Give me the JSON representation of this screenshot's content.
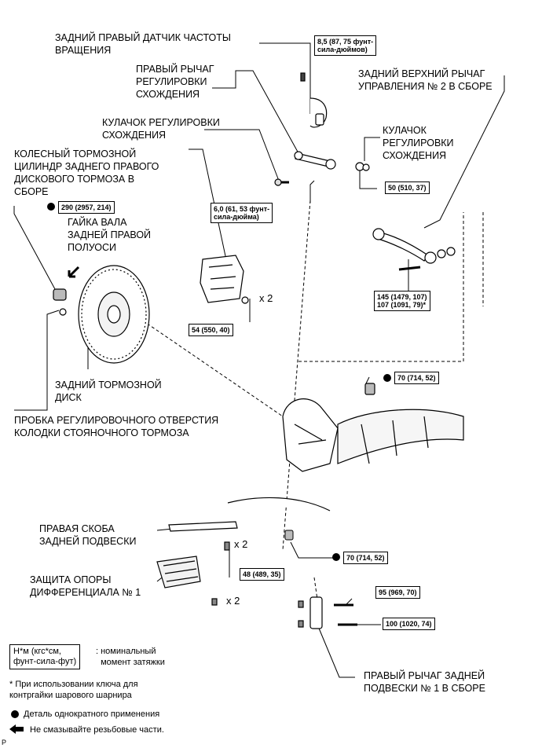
{
  "labels": {
    "speed_sensor": "ЗАДНИЙ ПРАВЫЙ ДАТЧИК ЧАСТОТЫ\nВРАЩЕНИЯ",
    "toe_arm": "ПРАВЫЙ РЫЧАГ\nРЕГУЛИРОВКИ\nСХОЖДЕНИЯ",
    "upper_arm": "ЗАДНИЙ ВЕРХНИЙ РЫЧАГ\nУПРАВЛЕНИЯ № 2 В СБОРЕ",
    "toe_cam_left": "КУЛАЧОК РЕГУЛИРОВКИ\nСХОЖДЕНИЯ",
    "toe_cam_right": "КУЛАЧОК\nРЕГУЛИРОВКИ\nСХОЖДЕНИЯ",
    "caliper": "КОЛЕСНЫЙ ТОРМОЗНОЙ\nЦИЛИНДР ЗАДНЕГО ПРАВОГО\nДИСКОВОГО ТОРМОЗА В\nСБОРЕ",
    "axle_nut": "ГАЙКА ВАЛА\nЗАДНЕЙ ПРАВОЙ\nПОЛУОСИ",
    "disc": "ЗАДНИЙ ТОРМОЗНОЙ\nДИСК",
    "plug": "ПРОБКА РЕГУЛИРОВОЧНОГО ОТВЕРСТИЯ\nКОЛОДКИ СТОЯНОЧНОГО ТОРМОЗА",
    "bracket": "ПРАВАЯ СКОБА\nЗАДНЕЙ ПОДВЕСКИ",
    "diff_guard": "ЗАЩИТА ОПОРЫ\nДИФФЕРЕНЦИАЛА № 1",
    "lower_arm": "ПРАВЫЙ РЫЧАГ ЗАДНЕЙ\nПОДВЕСКИ № 1 В СБОРЕ"
  },
  "torques": {
    "sensor_bolt": "8,5 (87, 75 фунт-\nсила-дюймов)",
    "toe_cam_right": "50 (510, 37)",
    "toe_arm_nut": "6,0 (61, 53 фунт-\nсила-дюйма)",
    "axle_nut": "290 (2957, 214)",
    "upper_arm": "145 (1479, 107)\n107 (1091, 79)*",
    "caliper": "54 (550, 40)",
    "nut_upper": "70 (714, 52)",
    "nut_lower": "70 (714, 52)",
    "bracket_bolt": "48 (489, 35)",
    "lower_arm_1": "95 (969, 70)",
    "lower_arm_2": "100 (1020, 74)"
  },
  "multipliers": {
    "caliper": "x 2",
    "bracket": "x 2",
    "diff": "x 2"
  },
  "legend": {
    "unit_box": "Н*м (кгс*см,\nфунт-сила-фут)",
    "unit_desc": ": номинальный\n  момент затяжки",
    "note": "* При использовании ключа для\nконтргайки шарового шарнира",
    "single_use": "Деталь однократного применения",
    "no_lube": "Не смазывайте резьбовые части."
  },
  "corner_mark": "P"
}
